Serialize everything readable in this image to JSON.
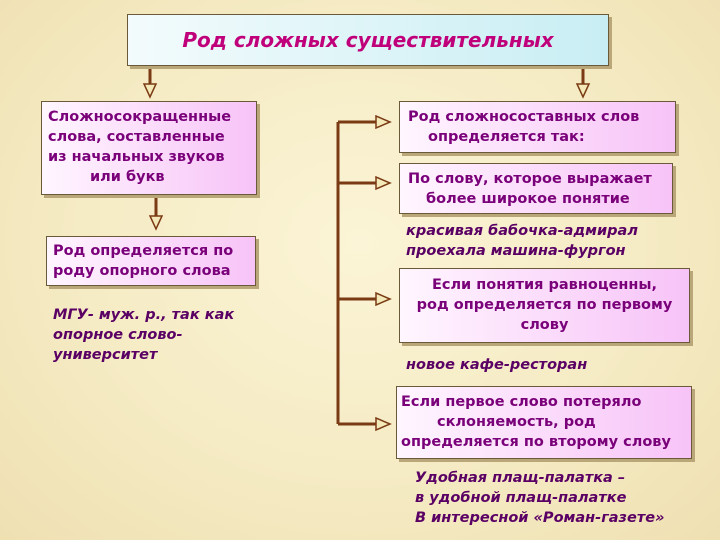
{
  "title": "Род сложных существительных",
  "left": {
    "box1_lines": [
      "Сложносокращенные",
      "слова, составленные",
      "из начальных  звуков",
      "или букв"
    ],
    "box2_lines": [
      "Род определяется по",
      "роду опорного слова"
    ],
    "example_lines": [
      "МГУ- муж. р., так как",
      "опорное слово-",
      "университет"
    ]
  },
  "right": {
    "box1_lines": [
      "Род  сложносоставных  слов",
      "определяется  так:"
    ],
    "box2_lines": [
      "По слову, которое выражает",
      "более широкое понятие"
    ],
    "example1_lines": [
      "красивая бабочка-адмирал",
      "проехала машина-фургон"
    ],
    "box3_lines": [
      "Если  понятия  равноценны,",
      "род определяется по первому",
      "слову"
    ],
    "example2_lines": [
      "новое кафе-ресторан"
    ],
    "box4_lines": [
      "Если первое слово потеряло",
      "склоняемость, род",
      "определяется по второму слову"
    ],
    "example3_lines": [
      "Удобная плащ-палатка –",
      "в удобной плащ-палатке",
      "В интересной «Роман-газете»"
    ]
  }
}
